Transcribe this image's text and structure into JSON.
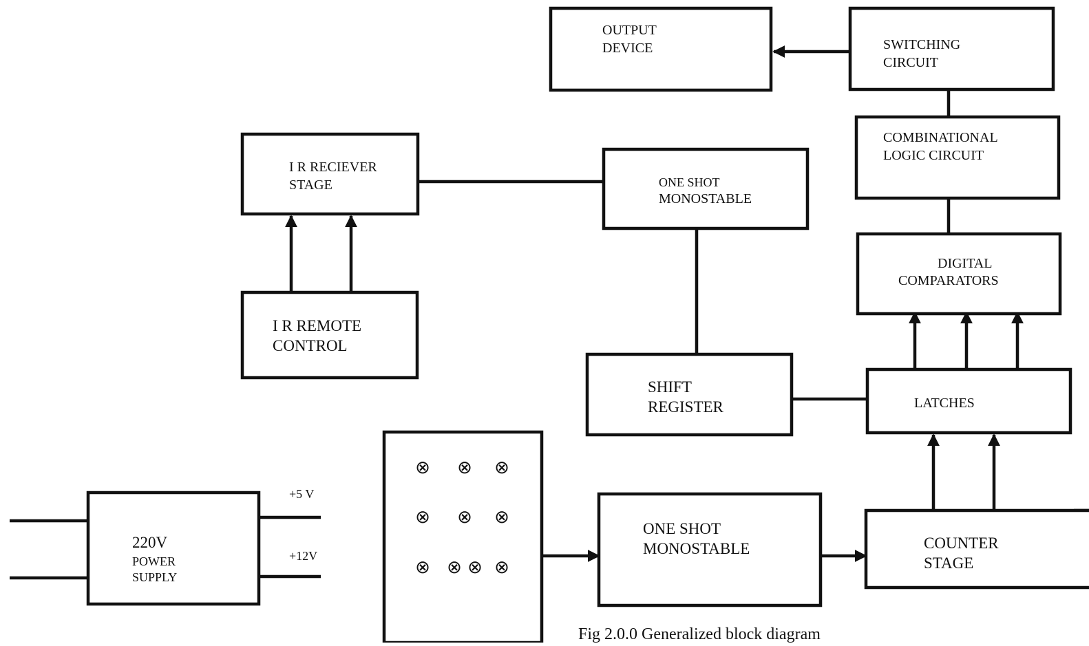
{
  "blocks": {
    "output_device": [
      "OUTPUT",
      "DEVICE"
    ],
    "switching_circuit": [
      "SWITCHING",
      "CIRCUIT"
    ],
    "combinational_logic": [
      "COMBINATIONAL",
      "LOGIC CIRCUIT"
    ],
    "digital_comparators": [
      "DIGITAL",
      "COMPARATORS"
    ],
    "ir_receiver": [
      "I R RECIEVER",
      "STAGE"
    ],
    "one_shot_top": [
      "ONE SHOT",
      "MONOSTABLE"
    ],
    "ir_remote": [
      "I R REMOTE",
      "CONTROL"
    ],
    "shift_register": [
      "SHIFT",
      "REGISTER"
    ],
    "latches": [
      "LATCHES"
    ],
    "power_supply": [
      "220V",
      "POWER",
      "SUPPLY"
    ],
    "one_shot_bottom": [
      "ONE SHOT",
      "MONOSTABLE"
    ],
    "counter_stage": [
      "COUNTER",
      "STAGE"
    ]
  },
  "power_outputs": [
    "+5 V",
    "+12V"
  ],
  "keypad_symbol": "⊗",
  "caption": "Fig 2.0.0 Generalized block diagram"
}
